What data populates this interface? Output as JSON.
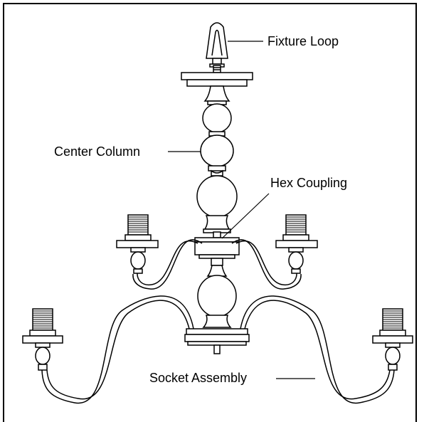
{
  "labels": {
    "fixture_loop": "Fixture Loop",
    "center_column": "Center Column",
    "hex_coupling": "Hex Coupling",
    "socket_assembly": "Socket Assembly"
  },
  "colors": {
    "line": "#000000",
    "background": "#ffffff",
    "fill": "#ffffff"
  },
  "icons": {
    "thread": "threaded-socket-icon"
  }
}
